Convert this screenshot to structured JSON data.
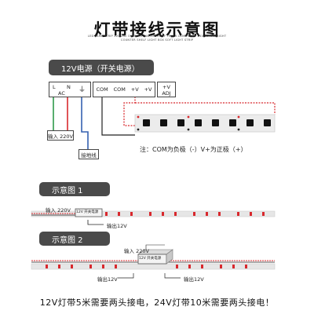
{
  "header": {
    "title": "灯带接线示意图",
    "subtitle_line1": "LED LAMP STRIP 220/230 OUTDOOR WATERPROOF TRUCK LAMP STRIP 24V SUPERBRIGHT",
    "subtitle_line2": "COUNTER SHELF LIGHT BOX SOFT LIGHT STRIP"
  },
  "psu": {
    "label": "12V电源（开关电源）",
    "terminals": {
      "l": "L",
      "n": "N",
      "ac": "AC",
      "com1": "COM",
      "com2": "COM",
      "v1": "+V",
      "v2": "+V",
      "adj_v": "+V",
      "adj": "ADJ"
    },
    "input_box": "输入 220V",
    "ground_box": "接地线"
  },
  "note": "注：COM为负极（-）V+为正极（+）",
  "diagram1": {
    "label": "示意图 1",
    "input": "输入 220V",
    "psu_box": "12V 开关电源",
    "output": "输出12V"
  },
  "diagram2": {
    "label": "示意图 2",
    "input": "输入 220V",
    "psu_box": "12V 开关电源",
    "output_left": "输出12V",
    "output_right": "输出12V"
  },
  "footer": "12V灯带5米需要两头接电，24V灯带10米需要两头接电！",
  "colors": {
    "pill": "#4a4a4a",
    "wire_red": "#d8282d",
    "wire_black": "#222222",
    "wire_green": "#2e9a4a",
    "wire_blue": "#3561b0",
    "strip_base": "#e6e6e6"
  }
}
